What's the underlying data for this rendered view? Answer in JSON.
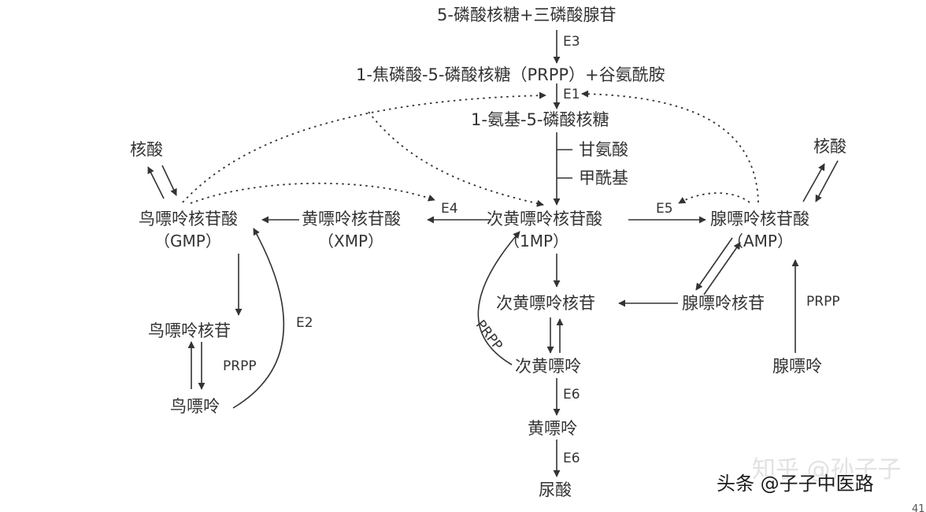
{
  "nodes": {
    "r5p_atp": "5-磷酸核糖+三磷酸腺苷",
    "prpp_gln": "1-焦磷酸-5-磷酸核糖（PRPP）+谷氨酰胺",
    "amino_r5p": "1-氨基-5-磷酸核糖",
    "glycine": "甘氨酸",
    "formyl": "甲酰基",
    "imp_name": "次黄嘌呤核苷酸",
    "imp_abbr": "（1MP）",
    "xmp_name": "黄嘌呤核苷酸",
    "xmp_abbr": "（XMP）",
    "gmp_name": "鸟嘌呤核苷酸",
    "gmp_abbr": "（GMP）",
    "amp_name": "腺嘌呤核苷酸",
    "amp_abbr": "（AMP）",
    "nucleic_left": "核酸",
    "nucleic_right": "核酸",
    "guanosine": "鸟嘌呤核苷",
    "guanine": "鸟嘌呤",
    "inosine": "次黄嘌呤核苷",
    "hypoxanthine": "次黄嘌呤",
    "xanthine": "黄嘌呤",
    "uric_acid": "尿酸",
    "adenosine": "腺嘌呤核苷",
    "adenine": "腺嘌呤"
  },
  "edge_labels": {
    "e3": "E3",
    "e1": "E1",
    "e4": "E4",
    "e5": "E5",
    "e2": "E2",
    "e6_a": "E6",
    "e6_b": "E6",
    "prpp_left": "PRPP",
    "prpp_center": "PRPP",
    "prpp_right": "PRPP"
  },
  "watermark": {
    "site": "知乎 @孙子子",
    "credit": "头条 @子子中医路",
    "corner": "41"
  }
}
